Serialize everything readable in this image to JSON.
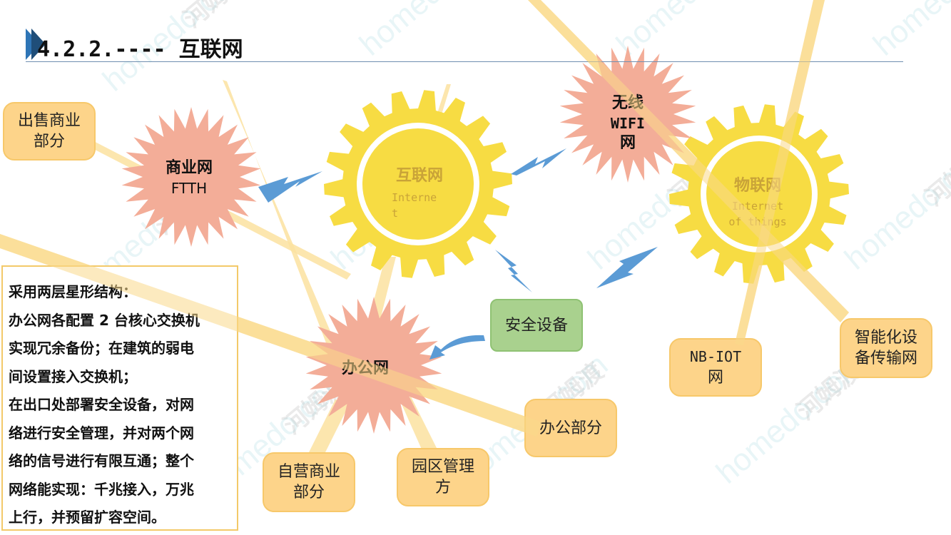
{
  "header": {
    "title": "4.2.2.---- 互联网"
  },
  "nodes": {
    "commercial_net": {
      "line1": "商业网",
      "line2": "FTTH"
    },
    "wireless": {
      "line1": "无线",
      "line2": "WIFI",
      "line3": "网"
    },
    "office_net": {
      "label": "办公网"
    },
    "internet": {
      "cn": "互联网",
      "en1": "Interne",
      "en2": "t"
    },
    "iot": {
      "cn": "物联网",
      "en1": "Internet",
      "en2": "of things"
    }
  },
  "boxes": {
    "sales": {
      "line1": "出售商业",
      "line2": "部分"
    },
    "security": {
      "label": "安全设备"
    },
    "office_dept": {
      "label": "办公部分"
    },
    "self_op": {
      "line1": "自营商业",
      "line2": "部分"
    },
    "park_mgmt": {
      "line1": "园区管理",
      "line2": "方"
    },
    "nbiot": {
      "line1": "NB-IOT",
      "line2": "网"
    },
    "smart": {
      "line1": "智能化设",
      "line2": "备传输网"
    }
  },
  "description": {
    "lines": [
      "采用两层星形结构：",
      "办公网各配置 2 台核心交换机",
      "实现冗余备份；在建筑的弱电",
      "间设置接入交换机；",
      "在出口处部署安全设备，对网",
      "络进行安全管理，并对两个网",
      "络的信号进行有限互通；整个",
      "网络能实现：千兆接入，万兆",
      "上行，并预留扩容空间。"
    ]
  },
  "watermark": {
    "text_cn": "河姆渡",
    "text_en": "homedo.com"
  },
  "colors": {
    "gear": "#f7dc43",
    "gear_inner": "#f7dc43",
    "star": "#f3ad98",
    "box": "#fdd48a",
    "security": "#a9d18e",
    "bolt": "#5b9bd5",
    "beam": "#fbe2a0",
    "title_mark": "#2e75b6"
  }
}
